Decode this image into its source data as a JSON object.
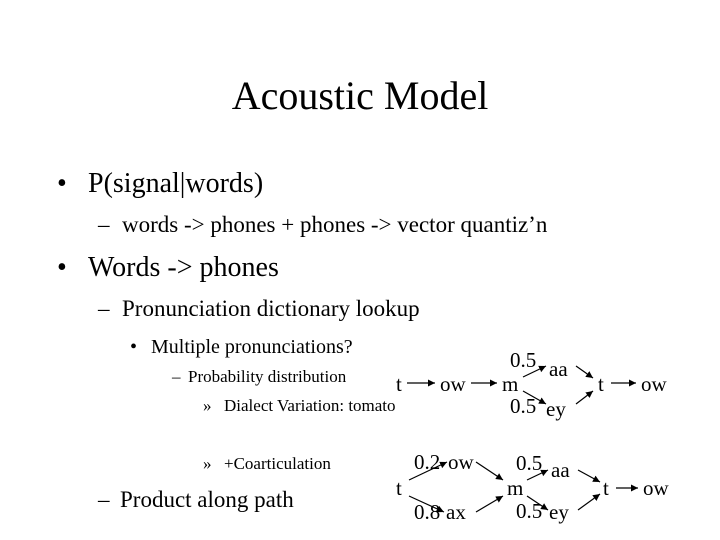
{
  "slide": {
    "title": "Acoustic Model",
    "bullets": {
      "b1_marker": "•",
      "b1": "P(signal|words)",
      "b1_sub_marker": "–",
      "b1_sub": "words -> phones  + phones -> vector quantiz’n",
      "b2_marker": "•",
      "b2": "Words -> phones",
      "b2_sub_marker": "–",
      "b2_sub": "Pronunciation dictionary lookup",
      "b2_sub_sub_marker": "•",
      "b2_sub_sub": "Multiple pronunciations?",
      "prob_marker": "–",
      "prob": "Probability distribution",
      "dialect_marker": "»",
      "dialect": "Dialect Variation: tomato",
      "coart_marker": "»",
      "coart": "+Coarticulation",
      "product_marker": "–",
      "product": "Product along path"
    }
  },
  "networks": {
    "dialect": {
      "nodes": [
        "t",
        "ow",
        "m",
        "aa",
        "ey",
        "t",
        "ow"
      ],
      "probs": [
        "0.5",
        "0.5"
      ]
    },
    "coarticulation": {
      "nodes": [
        "t",
        "ow",
        "ax",
        "m",
        "aa",
        "ey",
        "t",
        "ow"
      ],
      "probs": [
        "0.2",
        "0.8",
        "0.5",
        "0.5"
      ]
    }
  }
}
